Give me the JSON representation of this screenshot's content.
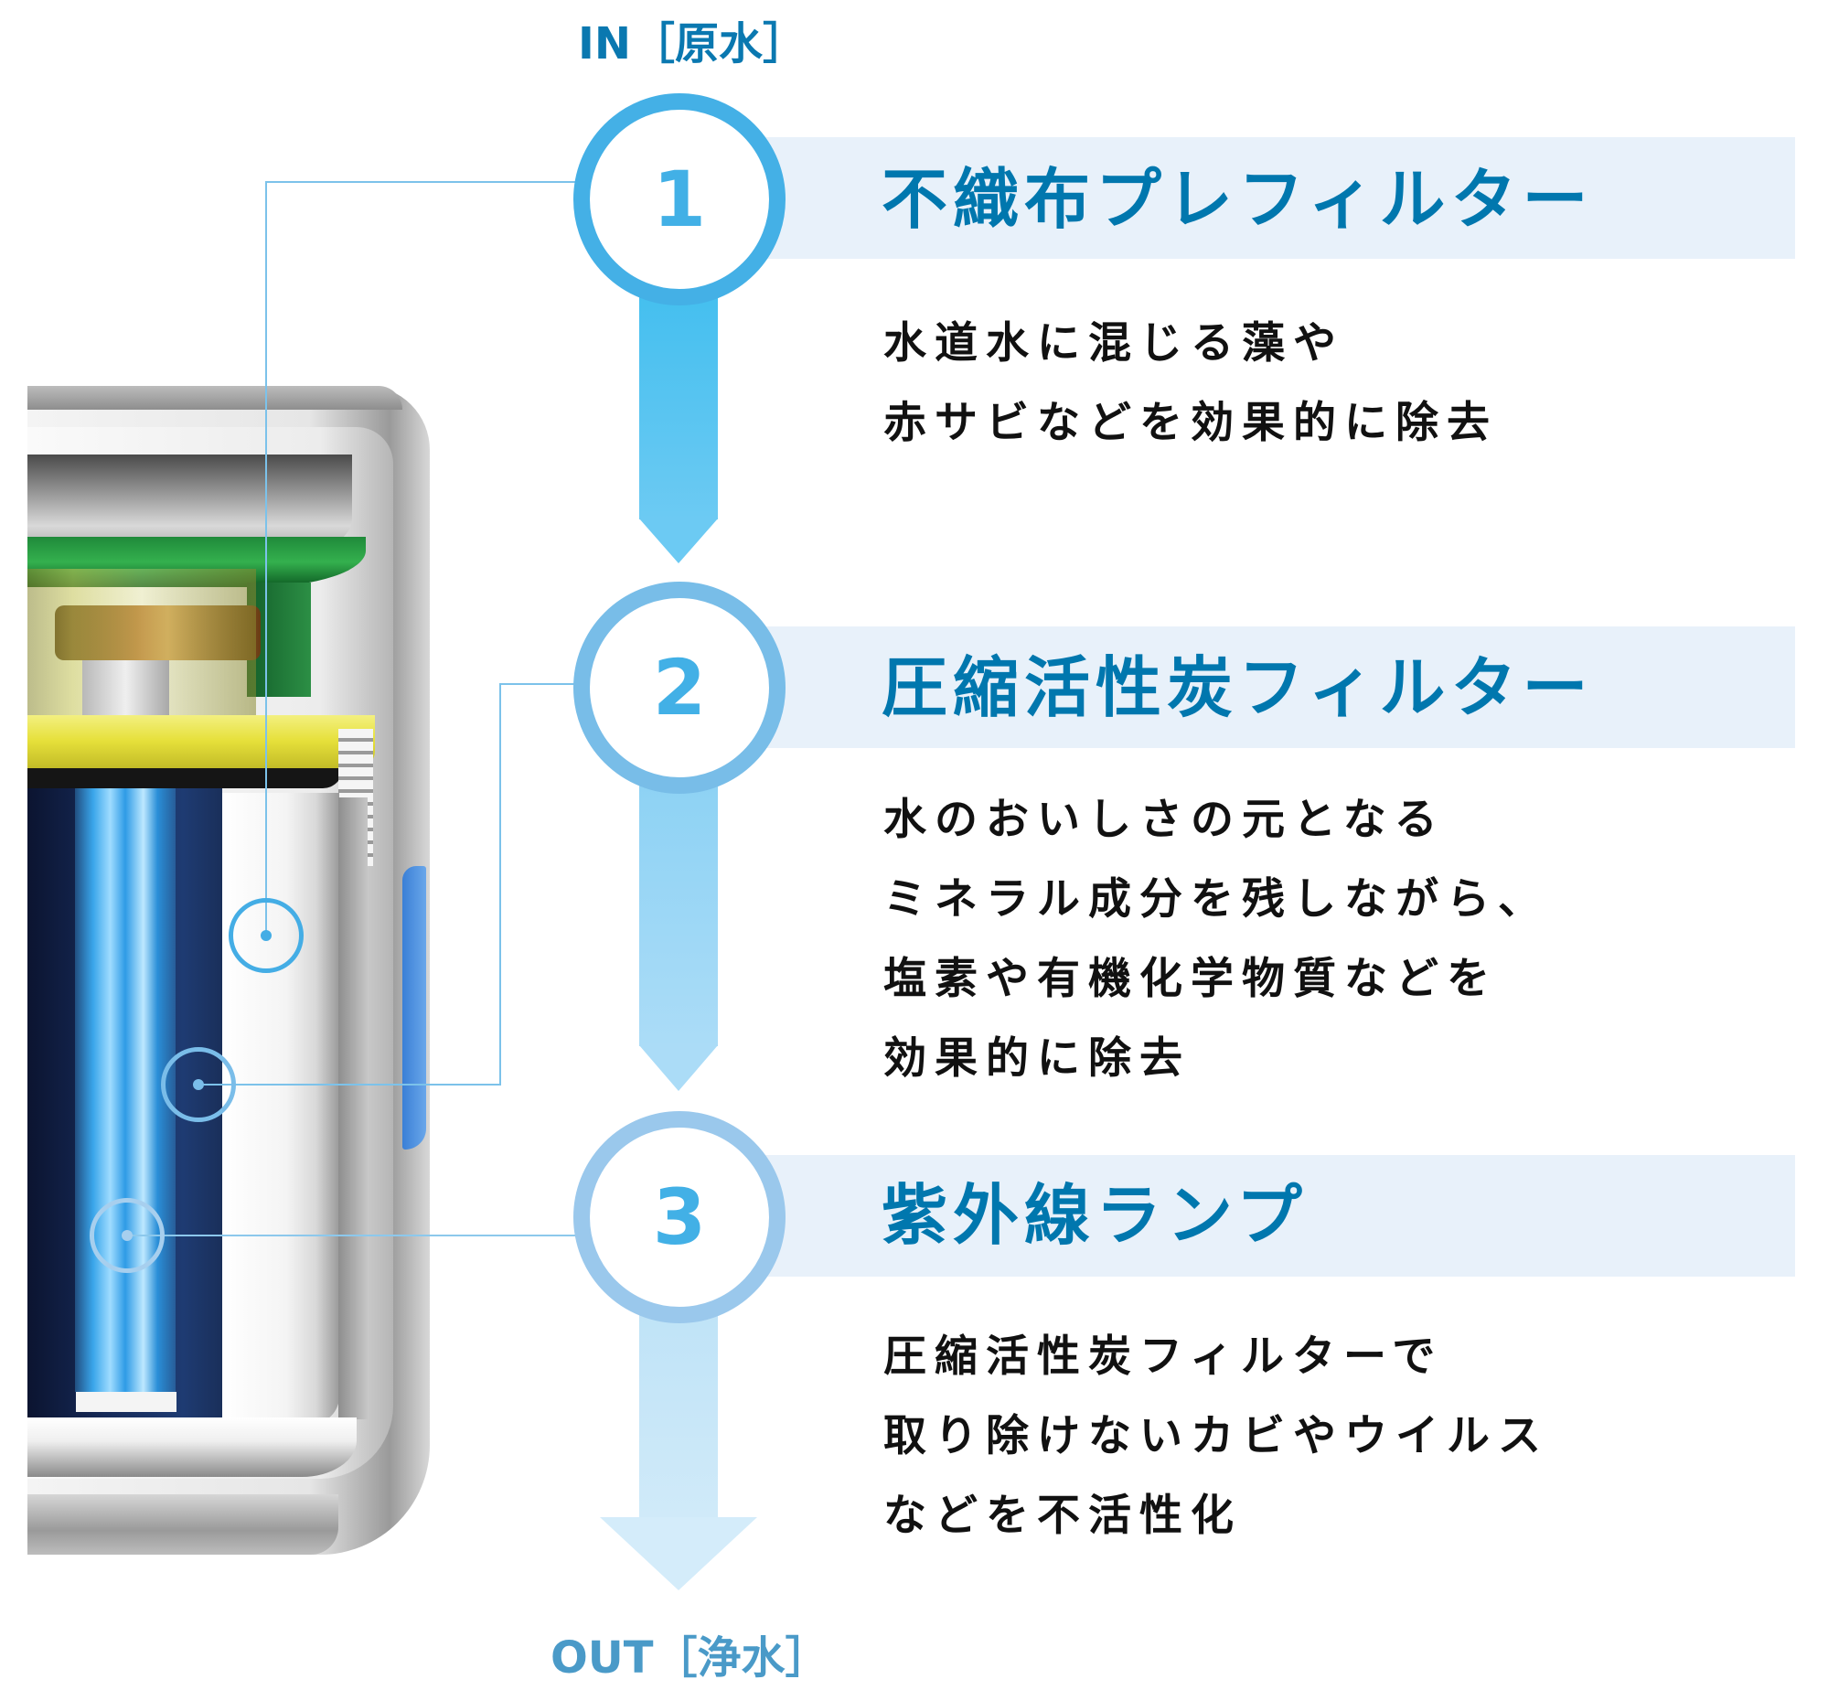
{
  "flow": {
    "in_label": "IN［原水］",
    "out_label": "OUT［浄水］"
  },
  "steps": [
    {
      "number": "1",
      "title": "不織布プレフィルター",
      "description": [
        "水道水に混じる藻や",
        "赤サビなどを効果的に除去"
      ],
      "ring_color": "#44b0e6",
      "arrow_gradient": [
        "#44bfef",
        "#6ccaf3"
      ]
    },
    {
      "number": "2",
      "title": "圧縮活性炭フィルター",
      "description": [
        "水のおいしさの元となる",
        "ミネラル成分を残しながら、",
        "塩素や有機化学物質などを",
        "効果的に除去"
      ],
      "ring_color": "#78bde8",
      "arrow_gradient": [
        "#8dd2f4",
        "#abdcf7"
      ]
    },
    {
      "number": "3",
      "title": "紫外線ランプ",
      "description": [
        "圧縮活性炭フィルターで",
        "取り除けないカビやウイルス",
        "などを不活性化"
      ],
      "ring_color": "#9ac8ec",
      "arrow_gradient": [
        "#bfe3f7",
        "#d6edfa"
      ]
    }
  ],
  "colors": {
    "title": "#0077ae",
    "band": "#e8f1fa",
    "number": "#42b0e6",
    "leader": "#7cc2ea"
  },
  "illustration": {
    "subject": "water-purifier-cutaway",
    "pointers": [
      {
        "step": "1",
        "color": "#44ade5"
      },
      {
        "step": "2",
        "color": "#7abde9"
      },
      {
        "step": "3",
        "color": "#a7cfee"
      }
    ]
  }
}
